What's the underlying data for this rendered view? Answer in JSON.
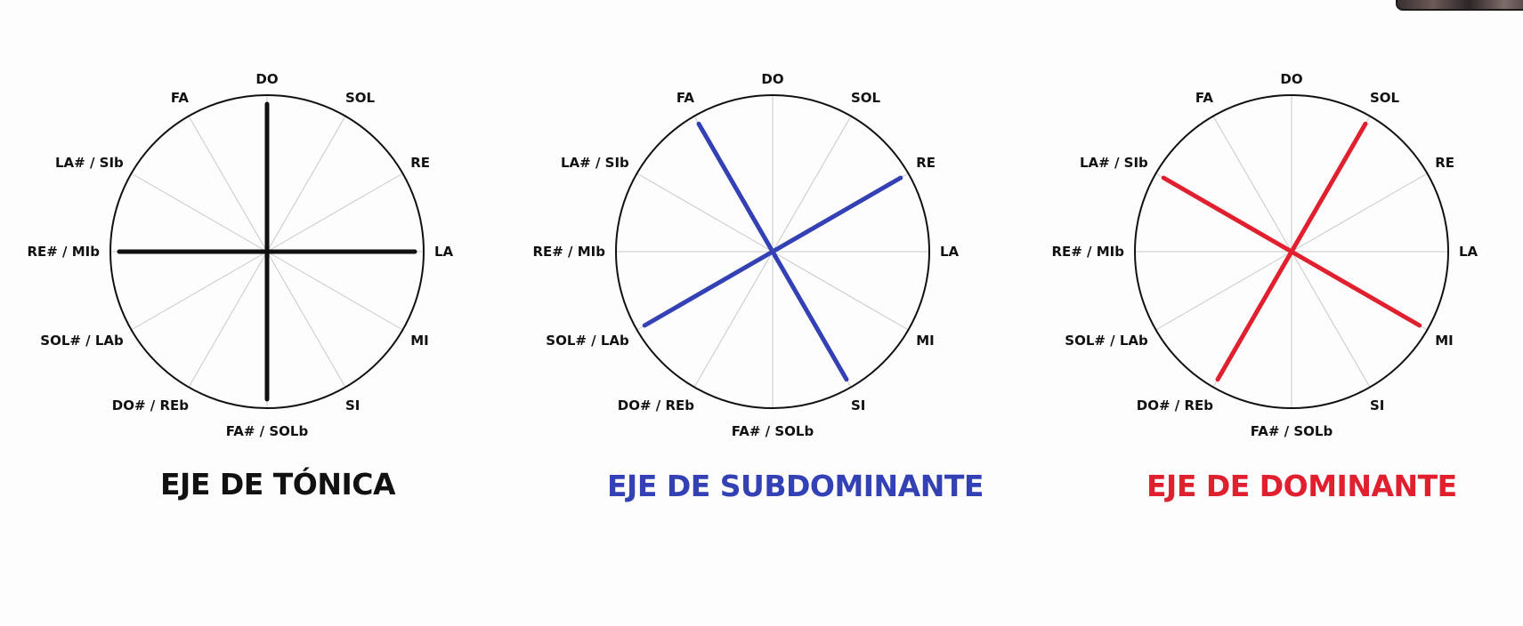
{
  "notes": [
    "DO",
    "SOL",
    "RE",
    "LA",
    "MI",
    "SI",
    "FA# / SOLb",
    "DO# / REb",
    "SOL# / LAb",
    "RE# / MIb",
    "LA# / SIb",
    "FA"
  ],
  "circles": [
    {
      "id": "tonic",
      "title": "EJE DE TÓNICA",
      "color": "#111111",
      "axis_notes": [
        "DO",
        "LA",
        "FA# / SOLb",
        "RE# / MIb"
      ]
    },
    {
      "id": "subdominant",
      "title": "EJE DE SUBDOMINANTE",
      "color": "#3441b4",
      "axis_notes": [
        "FA",
        "RE",
        "SI",
        "SOL# / LAb"
      ]
    },
    {
      "id": "dominant",
      "title": "EJE DE DOMINANTE",
      "color": "#e0202e",
      "axis_notes": [
        "SOL",
        "MI",
        "DO# / REb",
        "LA# / SIb"
      ]
    }
  ]
}
